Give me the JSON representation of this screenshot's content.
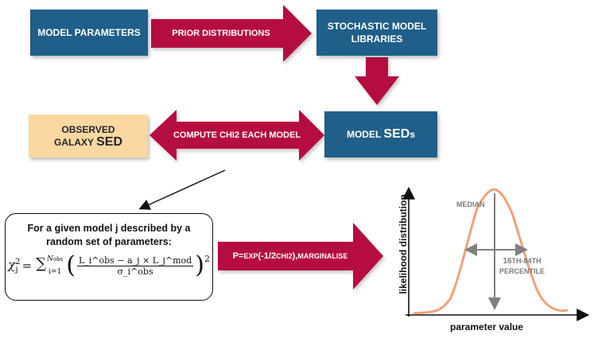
{
  "boxes": {
    "model_parameters": "MODEL PARAMETERS",
    "stochastic_libraries_line1": "STOCHASTIC MODEL",
    "stochastic_libraries_line2": "LIBRARIES",
    "observed_sed_line1": "OBSERVED",
    "observed_sed_line2a": "GALAXY ",
    "observed_sed_line2b": "SED",
    "model_seds_a": "MODEL ",
    "model_seds_b": "SED",
    "model_seds_c": "s"
  },
  "arrows": {
    "prior_distributions": "PRIOR DISTRIBUTIONS",
    "compute_chi2": "COMPUTE CHI2 EACH MODEL",
    "probability_a": "P=",
    "probability_b": "EXP",
    "probability_c": "(-1/2 ",
    "probability_d": "CHI2",
    "probability_e": "), ",
    "probability_f": "MARGINALISE"
  },
  "formula_box": {
    "title": "For a given model j described by a random set of parameters:",
    "chi": "χ",
    "j_sub": "j",
    "sq": "2",
    "eq": "=",
    "sum": "∑",
    "sum_sub": "i=1",
    "sum_sup": "N",
    "sum_sup_sub": "obs",
    "num": "L_i^obs − a_j × L_j^mod",
    "den": "σ_i^obs",
    "outer_sq": "2"
  },
  "chart": {
    "y_axis_label": "likelihood distribution",
    "x_axis_label": "parameter value",
    "median_label": "MEDIAN",
    "percentile_line1_a": "16",
    "percentile_line1_b": "TH-84",
    "percentile_line1_c": "TH",
    "percentile_line2": "PERCENTILE"
  },
  "colors": {
    "box_blue": "#1f5f89",
    "box_peach": "#fbd7a1",
    "arrow_crimson": "#b5083f",
    "curve_orange": "#f4a07a",
    "marker_gray": "#808080"
  }
}
